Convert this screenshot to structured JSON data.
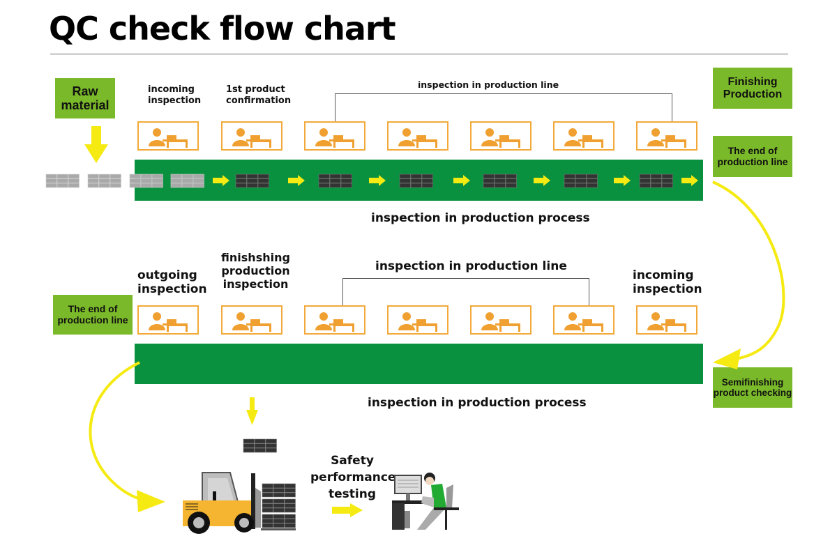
{
  "title": "QC check flow chart",
  "labels": {
    "raw_material": "Raw material",
    "finishing_production": "Finishing Production",
    "end_of_line_top": "The end of production line",
    "end_of_line_bottom": "The end of production line",
    "semifinishing": "Semifinishing product checking"
  },
  "row1": {
    "stages": [
      {
        "label": "incoming inspection"
      },
      {
        "label": "1st product confirmation"
      }
    ],
    "group_label": "inspection in production line",
    "process_caption": "inspection in production process"
  },
  "row2": {
    "stages": [
      {
        "label": "outgoing inspection"
      },
      {
        "label": "finishshing production inspection"
      },
      {
        "label": "incoming inspection"
      }
    ],
    "group_label": "inspection in production line",
    "process_caption": "inspection in production process"
  },
  "bottom": {
    "testing_label": "Safety performance testing"
  },
  "colors": {
    "belt": "#0a9140",
    "label_green": "#7ab929",
    "station_orange": "#f0a030",
    "arrow_yellow": "#f5ea12",
    "pallet_dark": "#333333",
    "pallet_light": "#a9a9a9"
  }
}
